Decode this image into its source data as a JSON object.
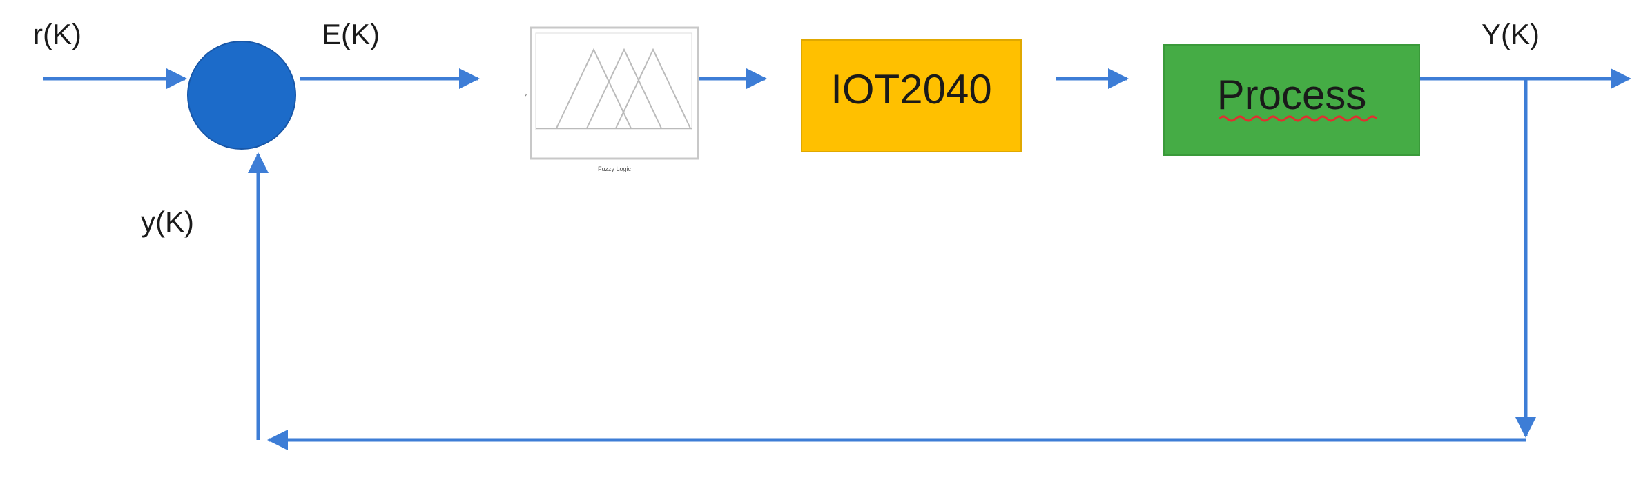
{
  "signals": {
    "reference": "r(K)",
    "error": "E(K)",
    "output": "Y(K)",
    "feedback": "y(K)"
  },
  "blocks": {
    "controller_caption": "Fuzzy Logic",
    "iot": "IOT2040",
    "process": "Process"
  },
  "colors": {
    "arrow": "#3D7DD6",
    "summing_junction": "#1C6BC9",
    "iot_block": "#FFC000",
    "process_block": "#45AC45",
    "spell_underline": "#E03030",
    "membership_lines": "#BBBBBB"
  },
  "icons": {
    "controller_thumbnail": "fuzzy-membership-functions-icon"
  }
}
